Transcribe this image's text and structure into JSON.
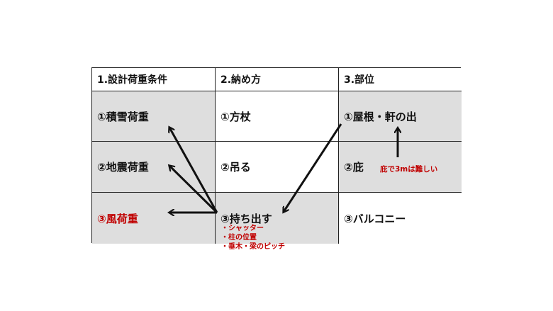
{
  "headers": [
    "1.設計荷重条件",
    "2.納め方",
    "3.部位"
  ],
  "col1": [
    "①積雪荷重",
    "②地震荷重",
    "③風荷重"
  ],
  "col2": [
    "①方杖",
    "②吊る",
    "③持ち出す"
  ],
  "col3": [
    "①屋根・軒の出",
    "②庇",
    "③バルコニー"
  ],
  "notes_under_mochidasu": [
    "・シャッター",
    "・柱の位置",
    "・垂木・梁のピッチ"
  ],
  "note_hisashi": "庇で3mは難しい",
  "colors": {
    "gray_cell": "#dedede",
    "accent_red": "#c00000",
    "arrow": "#111111"
  }
}
